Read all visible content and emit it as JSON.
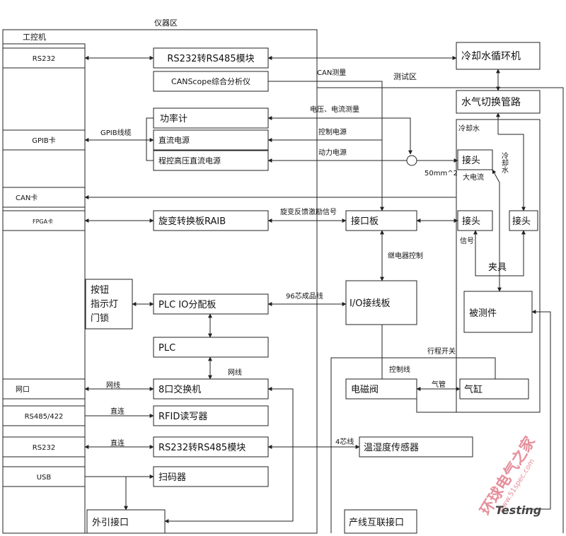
{
  "regions": {
    "instrument_area": "仪器区",
    "ipc": "工控机",
    "test_area": "测试区"
  },
  "ipc_ports": {
    "rs232_top": "RS232",
    "gpib": "GPIB卡",
    "can": "CAN卡",
    "fpga": "FPGA卡",
    "network": "网口",
    "rs485": "RS485/422",
    "rs232_bottom": "RS232",
    "usb": "USB"
  },
  "modules": {
    "rs232_485_top": "RS232转RS485模块",
    "canscope": "CANScope综合分析仪",
    "power_meter": "功率计",
    "dc_power": "直流电源",
    "hv_dc_power": "程控高压直流电源",
    "resolver_board": "旋变转换板RAIB",
    "btn_box": [
      "按钮",
      "指示灯",
      "门锁"
    ],
    "plc_io": "PLC IO分配板",
    "plc": "PLC",
    "switch": "8口交换机",
    "rfid": "RFID读写器",
    "rs232_485_bottom": "RS232转RS485模块",
    "scanner": "扫码器",
    "ext_interface": "外引接口"
  },
  "test_side": {
    "cooler": "冷却水循环机",
    "water_gas": "水气切换管路",
    "connector1": "接头",
    "connector2": "接头",
    "connector3": "接头",
    "interface_board": "接口板",
    "io_board": "I/O接线板",
    "dut": "被测件",
    "solenoid": "电磁阀",
    "cylinder": "气缸",
    "th_sensor": "温湿度传感器",
    "line_interface": "产线互联接口"
  },
  "line_labels": {
    "can_measure": "CAN测量",
    "volt_curr": "电压、电流测量",
    "ctrl_power": "控制电源",
    "power_supply": "动力电源",
    "wire_size": "50mm^2",
    "big_current": "大电流",
    "cooling_water": "冷却水",
    "cooling_water_v": "冷却水",
    "gpib_cable": "GPIB线缆",
    "resolver_signal": "旋变反馈激励信号",
    "signal": "信号",
    "clamp": "夹具",
    "relay_ctrl": "继电器控制",
    "wire96": "96芯成品线",
    "travel_switch": "行程开关",
    "ctrl_line": "控制线",
    "air_pipe": "气管",
    "net_cable": "网线",
    "net_cable2": "网线",
    "direct1": "直连",
    "direct2": "直连",
    "core4": "4芯线"
  },
  "watermark": {
    "main": "环球电气之家",
    "url": "www.51spec.com",
    "brand": "Testing"
  }
}
